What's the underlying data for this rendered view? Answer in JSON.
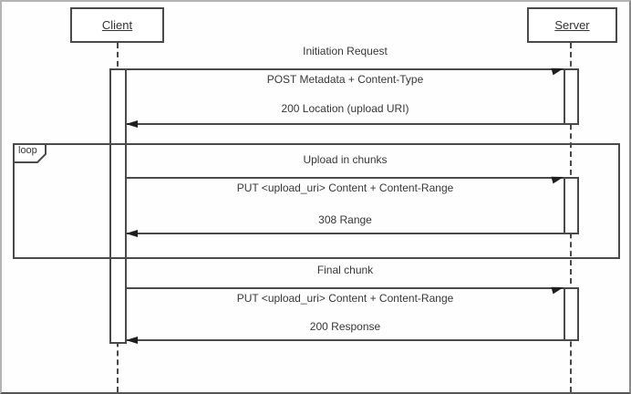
{
  "diagram": {
    "type": "uml-sequence",
    "actors": [
      {
        "name": "Client"
      },
      {
        "name": "Server"
      }
    ],
    "loop_fragment": {
      "label": "loop",
      "contains": "Upload in chunks"
    },
    "groups": [
      {
        "title": "Initiation Request",
        "request": "POST Metadata + Content-Type",
        "response": "200 Location (upload URI)",
        "from": "Client",
        "to": "Server"
      },
      {
        "title": "Upload in chunks",
        "request": "PUT <upload_uri> Content + Content-Range",
        "response": "308 Range",
        "from": "Client",
        "to": "Server",
        "in_loop": true
      },
      {
        "title": "Final chunk",
        "request": "PUT <upload_uri> Content + Content-Range",
        "response": "200 Response",
        "from": "Client",
        "to": "Server"
      }
    ],
    "colors": {
      "stroke": "#4a4a4a",
      "text": "#383838",
      "background": "#fefefe",
      "outer_border": "#b4b4b4"
    }
  }
}
